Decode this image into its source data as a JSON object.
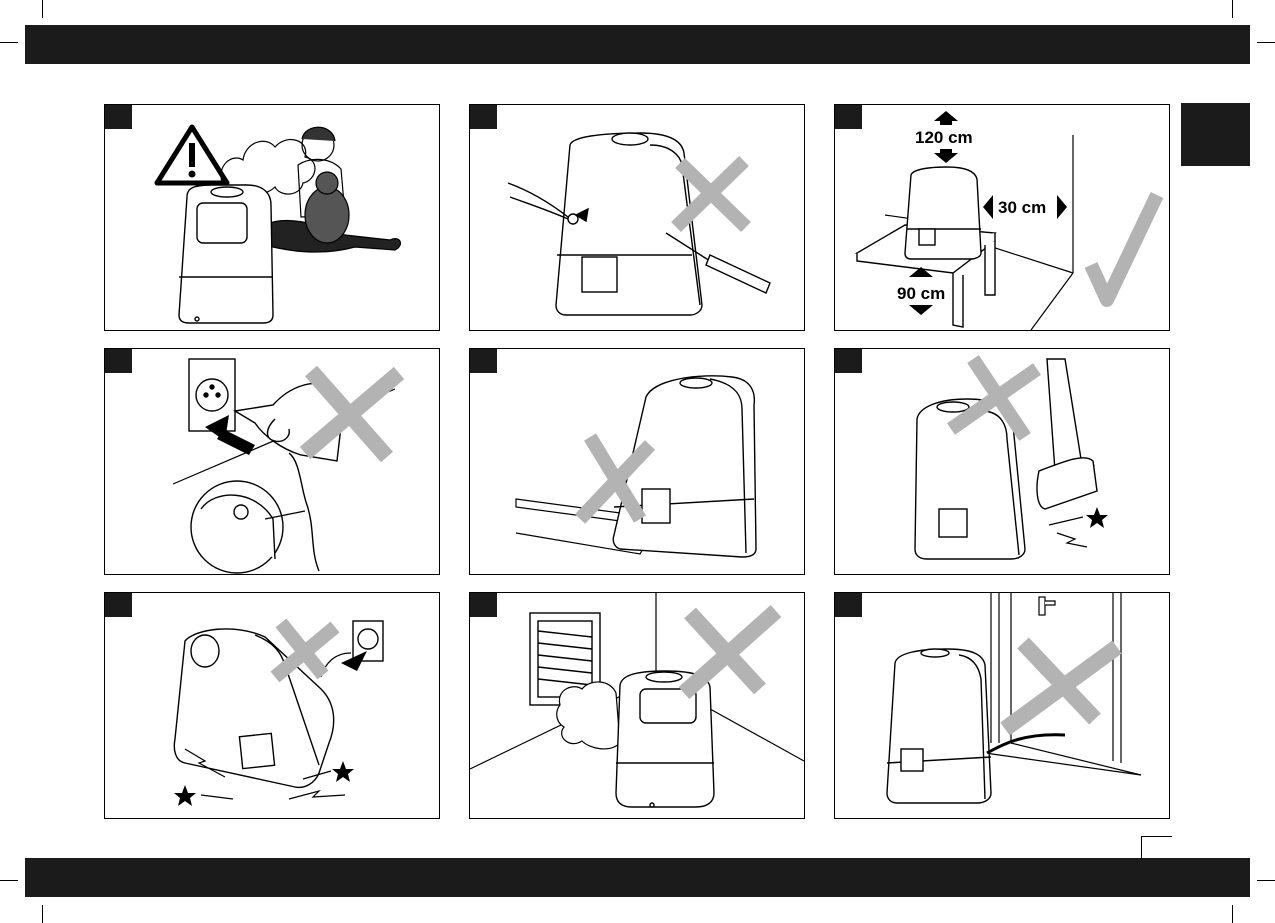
{
  "document": {
    "colors": {
      "bar": "#1b1b1b",
      "cross_mark": "#b3b3b3",
      "ink": "#000000"
    },
    "panels": [
      {
        "id": 1,
        "symbol": "warning-triangle-icon",
        "verdict": "caution"
      },
      {
        "id": 2,
        "verdict": "cross"
      },
      {
        "id": 3,
        "verdict": "check",
        "dimensions": {
          "top": "120 cm",
          "side": "30 cm",
          "floor": "90 cm"
        }
      },
      {
        "id": 4,
        "verdict": "cross"
      },
      {
        "id": 5,
        "verdict": "cross"
      },
      {
        "id": 6,
        "verdict": "cross"
      },
      {
        "id": 7,
        "verdict": "cross"
      },
      {
        "id": 8,
        "verdict": "cross"
      },
      {
        "id": 9,
        "verdict": "cross"
      }
    ]
  }
}
